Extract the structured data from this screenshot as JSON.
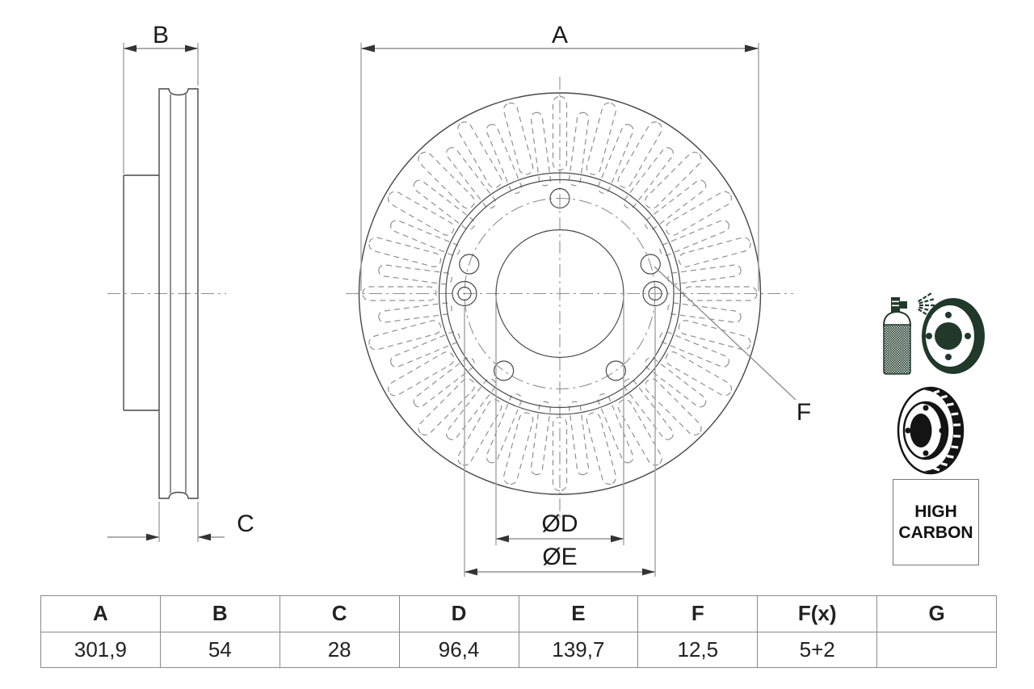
{
  "drawing": {
    "labels": {
      "a": "A",
      "b": "B",
      "c": "C",
      "d": "ØD",
      "e": "ØE",
      "f": "F"
    },
    "views": {
      "side_view": "brake-disc-cross-section",
      "front_view": "brake-disc-front-view"
    }
  },
  "icons": {
    "spray": "coating-spray-disc-icon",
    "vented_disc": "vented-brake-disc-icon"
  },
  "badge": {
    "line1": "HIGH",
    "line2": "CARBON"
  },
  "table": {
    "headers": [
      "A",
      "B",
      "C",
      "D",
      "E",
      "F",
      "F(x)",
      "G"
    ],
    "values": [
      "301,9",
      "54",
      "28",
      "96,4",
      "139,7",
      "12,5",
      "5+2",
      ""
    ]
  },
  "colors": {
    "background": "#ffffff",
    "shape_line": "#474747",
    "center_line": "#8f8f8f",
    "dimension_line": "#a2a2a2",
    "arrow": "#333333",
    "text": "#1a1a1a",
    "table_border": "#8a8a8a",
    "icon_green": "#20392b",
    "icon_black": "#141414"
  }
}
